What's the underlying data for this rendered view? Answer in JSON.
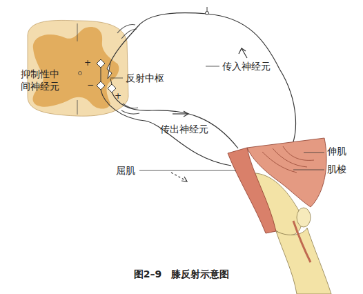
{
  "diagram": {
    "caption": "图2–9　膝反射示意图",
    "labels": [
      "+",
      "+",
      "−",
      "抑制性中间神经元",
      "反射中枢",
      "传入神经元",
      "传出神经元",
      "伸肌",
      "肌梭",
      "屈肌"
    ]
  }
}
